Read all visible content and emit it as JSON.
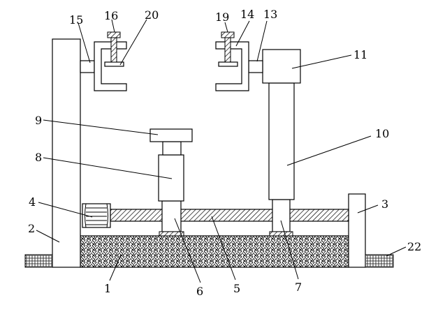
{
  "labels": {
    "l1": "1",
    "l2": "2",
    "l3": "3",
    "l4": "4",
    "l5": "5",
    "l6": "6",
    "l7": "7",
    "l8": "8",
    "l9": "9",
    "l10": "10",
    "l11": "11",
    "l13": "13",
    "l14": "14",
    "l15": "15",
    "l16": "16",
    "l19": "19",
    "l20": "20",
    "l22": "22"
  }
}
